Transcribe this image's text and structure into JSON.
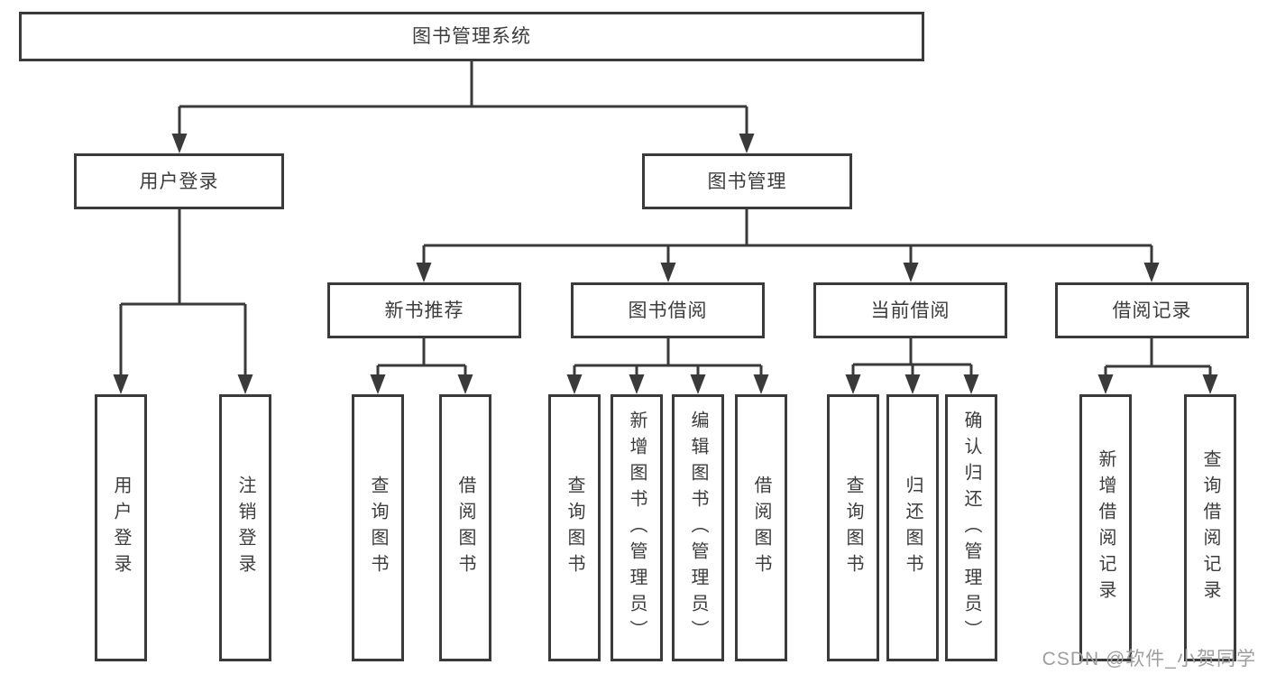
{
  "colors": {
    "line": "#3a3a3a",
    "box_border": "#3a3a3a",
    "text": "#3c3c3c",
    "watermark": "#9e9e9e",
    "background": "#ffffff"
  },
  "tree": {
    "root": {
      "label": "图书管理系统"
    },
    "branches": [
      {
        "label": "用户登录",
        "children": [
          {
            "label": "用户登录"
          },
          {
            "label": "注销登录"
          }
        ]
      },
      {
        "label": "图书管理",
        "children": [
          {
            "label": "新书推荐",
            "children": [
              {
                "label": "查询图书"
              },
              {
                "label": "借阅图书"
              }
            ]
          },
          {
            "label": "图书借阅",
            "children": [
              {
                "label": "查询图书"
              },
              {
                "label": "新增图书（管理员）"
              },
              {
                "label": "编辑图书（管理员）"
              },
              {
                "label": "借阅图书"
              }
            ]
          },
          {
            "label": "当前借阅",
            "children": [
              {
                "label": "查询图书"
              },
              {
                "label": "归还图书"
              },
              {
                "label": "确认归还（管理员）"
              }
            ]
          },
          {
            "label": "借阅记录",
            "children": [
              {
                "label": "新增借阅记录"
              },
              {
                "label": "查询借阅记录"
              }
            ]
          }
        ]
      }
    ]
  },
  "watermark": {
    "text": "CSDN @软件_小贺同学"
  }
}
